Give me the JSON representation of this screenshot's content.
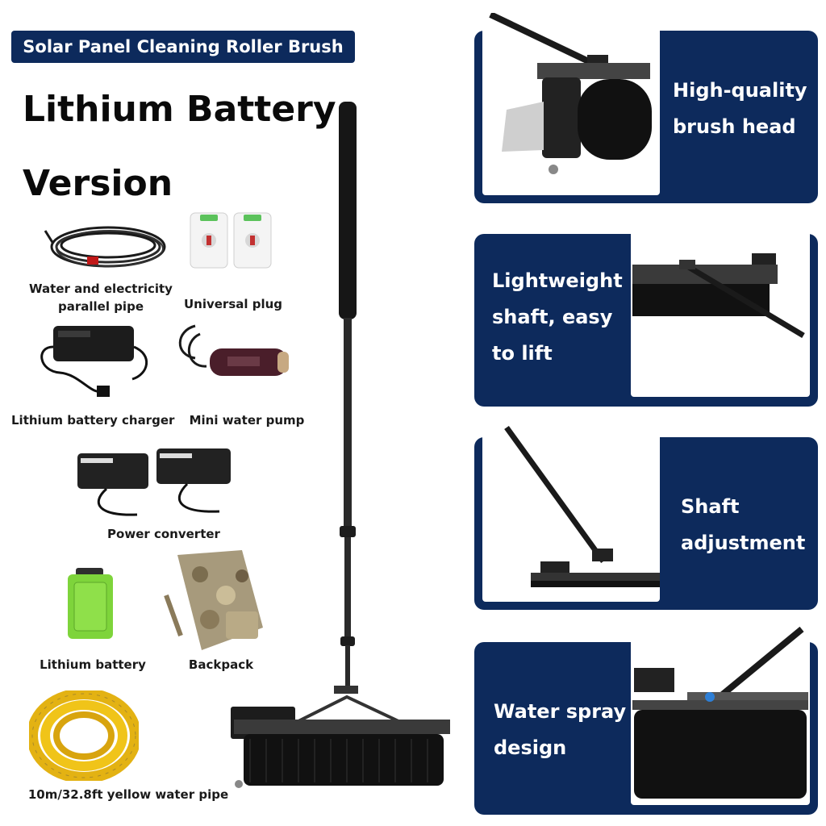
{
  "title_badge": "Solar Panel Cleaning Roller Brush",
  "headline": {
    "line1": "Lithium Battery",
    "line2": "Version"
  },
  "accessories": {
    "pipe": {
      "line1": "Water and electricity",
      "line2": "parallel pipe"
    },
    "plug": "Universal plug",
    "charger": "Lithium battery charger",
    "pump": "Mini water pump",
    "converter": "Power converter",
    "battery": "Lithium battery",
    "backpack": "Backpack",
    "hose": "10m/32.8ft yellow water pipe"
  },
  "features": [
    {
      "line1": "High-quality",
      "line2": "brush head"
    },
    {
      "line1": "Lightweight",
      "line2": "shaft, easy",
      "line3": "to lift"
    },
    {
      "line1": "Shaft",
      "line2": "adjustment"
    },
    {
      "line1": "Water spray",
      "line2": "design"
    }
  ],
  "colors": {
    "panel": "#0d2a5c",
    "battery_green": "#7ed43b",
    "hose_yellow": "#f0c419"
  }
}
